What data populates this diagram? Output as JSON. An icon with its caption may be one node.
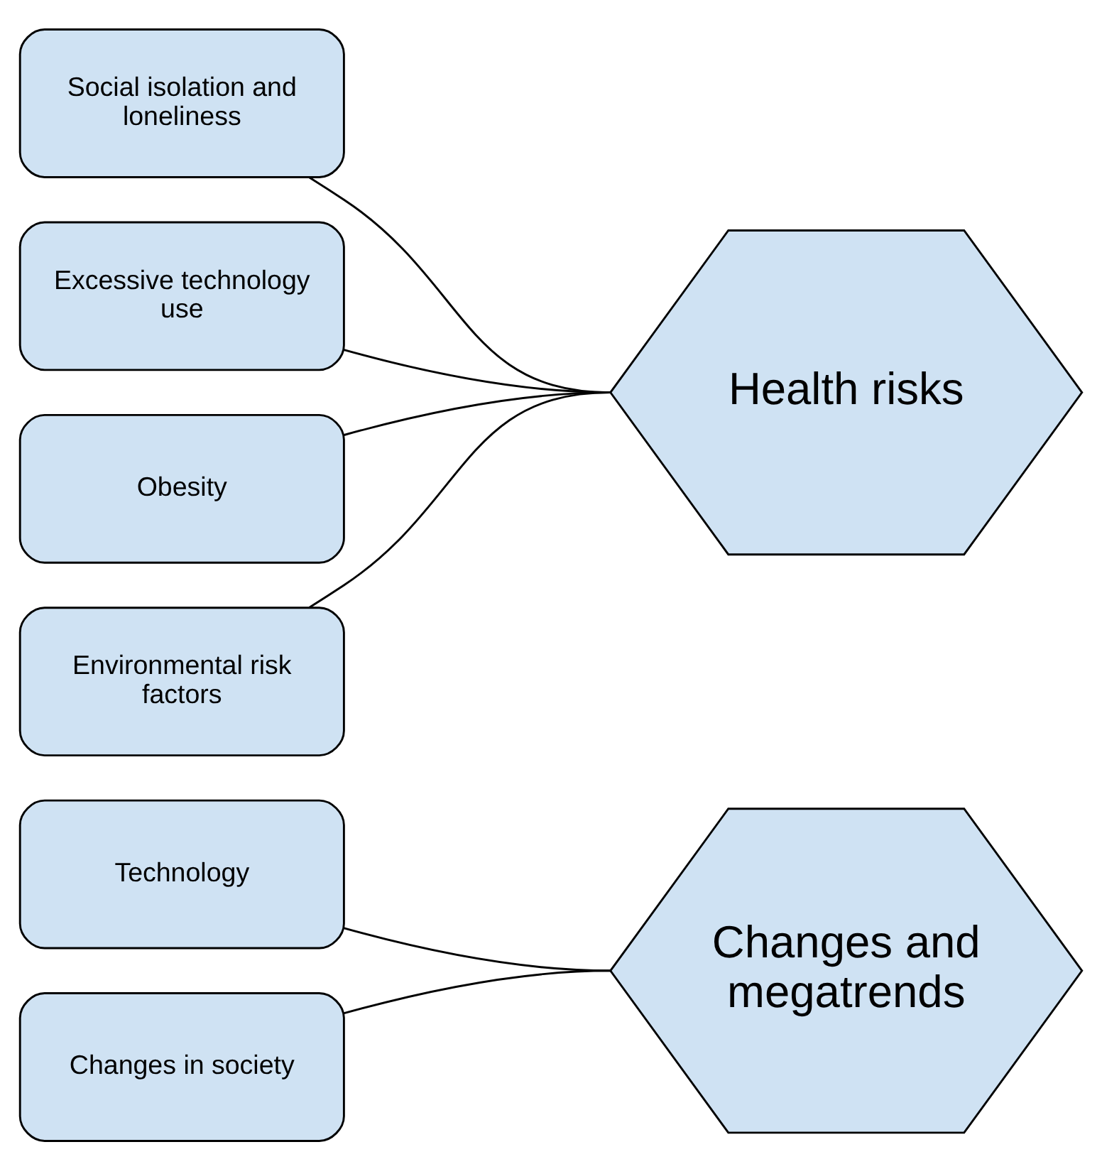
{
  "diagram": {
    "nodes": [
      {
        "text": [
          "Technology"
        ]
      },
      {
        "text": [
          "Changes in society"
        ]
      },
      {
        "text": [
          "Changes and megatrends"
        ]
      },
      {
        "text": [
          "Social isolation and loneliness"
        ]
      },
      {
        "text": [
          "Excessive technology use"
        ]
      },
      {
        "text": [
          "Obesity"
        ]
      },
      {
        "text": [
          "Environmental risk factors"
        ]
      },
      {
        "text": [
          "Health risks"
        ]
      }
    ],
    "edges": [
      {
        "from": 0,
        "to": 2,
        "arrow": "none"
      },
      {
        "from": 1,
        "to": 2,
        "arrow": "none"
      },
      {
        "from": 3,
        "to": 7,
        "arrow": "none"
      },
      {
        "from": 4,
        "to": 7,
        "arrow": "none"
      },
      {
        "from": 5,
        "to": 7,
        "arrow": "none"
      },
      {
        "from": 6,
        "to": 7,
        "arrow": "none"
      }
    ]
  }
}
